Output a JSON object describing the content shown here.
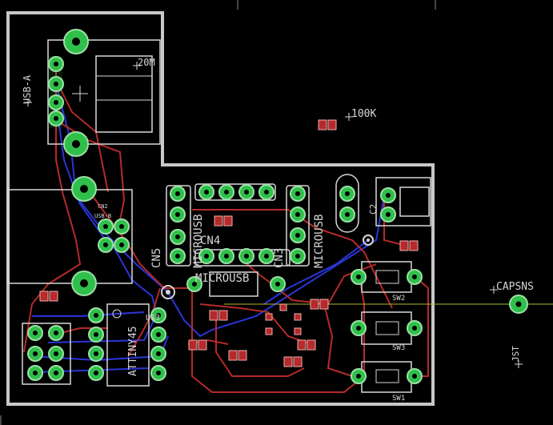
{
  "labels": {
    "usb_a": "USB-A",
    "r20m": "20M",
    "r100k": "100K",
    "cn2": "CN2",
    "usb_b": "USB-B",
    "cn5": "CN5",
    "microusb_a": "MICROUSB",
    "cn4": "CN4",
    "microusb_b": "MICROUSB",
    "cn3": "CN3",
    "microusb_c": "MICROUSB",
    "c2": "C2",
    "attiny": "ATTINY45",
    "u1": "U$3",
    "capsns": "CAPSNS",
    "jst": "JST",
    "sw1": "SW1",
    "sw2": "SW2",
    "sw3": "SW3"
  },
  "colors": {
    "background": "#000000",
    "outline": "#c8c8c8",
    "silkscreen": "#d7d7d7",
    "top_copper": "#b52a2a",
    "bottom_copper": "#2a35d6",
    "via_green": "#2fbf4a",
    "grid_dot": "#3a3a3a",
    "airwire": "#b6b62a"
  }
}
